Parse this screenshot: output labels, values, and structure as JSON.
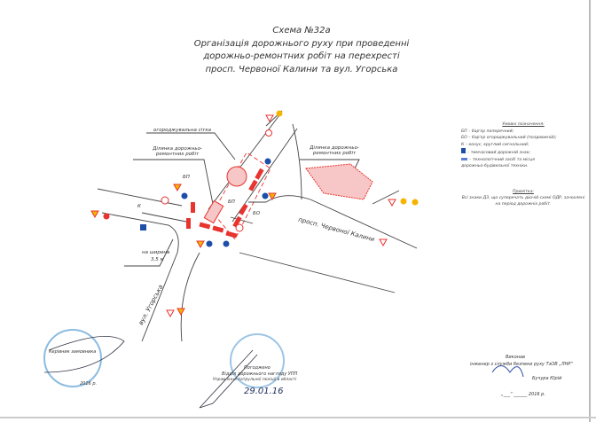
{
  "title": {
    "line1": "Схема №32а",
    "line2": "Організація дорожнього руху при проведенні",
    "line3": "дорожньо-ремонтних робіт на перехресті",
    "line4": "просп. Червоної Калини та вул. Угорська"
  },
  "legend": {
    "heading": "Умовні позначення:",
    "items": [
      "БП – бар'єр поперечний;",
      "БО – бар'єр огороджувальний (поздовжній);",
      "К – конус, круглий сигнальний;",
      "– тимчасовий дорожній знак;",
      "– технологічний засіб та місця",
      "дорожньо-будівельної техніки."
    ]
  },
  "note": {
    "heading": "Примітка:",
    "text": "Всі знаки ДЗ, що суперечать діючій схемі ОДР, зачохлені на період дорожніх робіт."
  },
  "map_labels": {
    "fence": "огороджувальна сітка",
    "work_area_left": "Ділянка дорожньо-ремонтних робіт",
    "work_area_right": "Ділянка дорожньо-ремонтних робіт",
    "bp1": "БП",
    "bp2": "БП",
    "bo": "БО",
    "k": "К",
    "width_label": "на ширина",
    "width_value": "3,5 м",
    "street1": "просп. Червоної Калини",
    "street2": "вул. Угорська"
  },
  "signatures": {
    "left_role": "Керівник замовника",
    "left_date": "2016 р.",
    "mid_role1": "Погоджено",
    "mid_role2": "Відділ дорожнього нагляду УПП",
    "mid_role3": "Управління патрульної поліції в області",
    "mid_date": "29.01.16",
    "right_role1": "Виконав",
    "right_role2": "інженер з служби безпеки руху ТзОВ „ЛНР“",
    "right_name": "Бучура Юрій",
    "right_date": "„___“ ______ 2016 р."
  },
  "colors": {
    "barrier": "#e8332f",
    "sign_blue": "#1d4fa8",
    "sign_yellow": "#f5b400",
    "stamp": "#5a9fd4"
  }
}
